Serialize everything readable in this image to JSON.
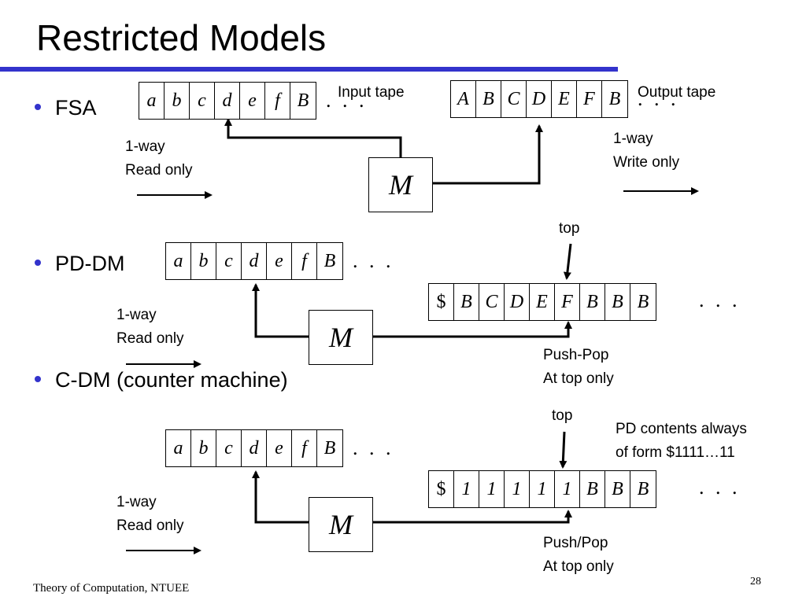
{
  "title": "Restricted Models",
  "bullets": [
    "FSA",
    "PD-DM",
    "C-DM (counter machine)"
  ],
  "dots": ". . .",
  "machine": "M",
  "fsa": {
    "input_tape": [
      "a",
      "b",
      "c",
      "d",
      "e",
      "f",
      "B"
    ],
    "input_label": "Input tape",
    "output_tape": [
      "A",
      "B",
      "C",
      "D",
      "E",
      "F",
      "B"
    ],
    "output_label": "Output tape",
    "input_desc": [
      "1-way",
      "Read only"
    ],
    "output_desc": [
      "1-way",
      "Write only"
    ]
  },
  "pddm": {
    "input_tape": [
      "a",
      "b",
      "c",
      "d",
      "e",
      "f",
      "B"
    ],
    "stack": [
      "$",
      "B",
      "C",
      "D",
      "E",
      "F",
      "B",
      "B",
      "B"
    ],
    "top_label": "top",
    "input_desc": [
      "1-way",
      "Read only"
    ],
    "stack_desc": [
      "Push-Pop",
      "At top only"
    ]
  },
  "cdm": {
    "input_tape": [
      "a",
      "b",
      "c",
      "d",
      "e",
      "f",
      "B"
    ],
    "stack": [
      "$",
      "1",
      "1",
      "1",
      "1",
      "1",
      "B",
      "B",
      "B"
    ],
    "top_label": "top",
    "note": [
      "PD contents always",
      "of form $1111…11"
    ],
    "input_desc": [
      "1-way",
      "Read only"
    ],
    "stack_desc": [
      "Push/Pop",
      "At top only"
    ]
  },
  "footer": "Theory of Computation, NTUEE",
  "page_number": "28"
}
